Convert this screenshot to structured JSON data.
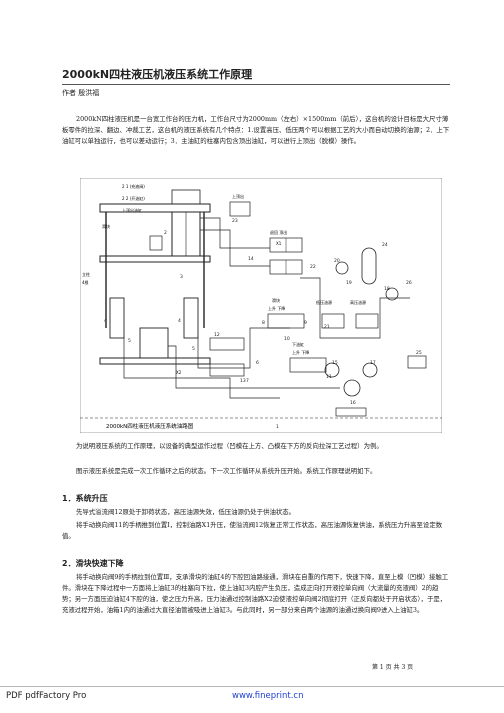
{
  "document": {
    "title": "2000kN四柱液压机液压系统工作原理",
    "author": "作者 殷洪福",
    "intro": "2000kN四柱液压机是一台宽工作台的压力机，工作台尺寸为2000mm（左右）×1500mm（前后），这台机的设计目标是大尺寸薄板零件的拉深、翻边、冲裁工艺，这台机的液压系统有几个特点：1.设置高压、低压两个可以根据工艺的大小而自动切换的油源；2．上下油缸可以单独运行，也可以差动运行；3．主油缸的柱塞内包含顶出油缸，可以进行上顶出（脱模）操作。",
    "after_diagram_1": "为说明液压系统的工作原理，以设备的典型运作过程（凹模在上方、凸模在下方的反向拉深工艺过程）为例。",
    "after_diagram_2": "图示液压系统是完成一次工作循环之后的状态。下一次工作循环从系统升压开始。系统工作原理说明如下。",
    "section1_heading": "1．系统升压",
    "section1_p1": "先导式溢流阀12原处于卸荷状态，高压油源失效，低压油源仍处于供油状态。",
    "section1_p2": "将手动换向阀11的手柄推到位置Ⅰ，控制油路X1升压，使溢流阀12恢复正常工作状态，高压油源恢复供油，系统压力升高至设定数值。",
    "section2_heading": "2．滑块快速下降",
    "section2_p1": "将手动换向阀9的手柄拉到位置Ⅲ，支承滑块的油缸4的下腔回油路接通，滑块在自重的作用下，快速下降，直至上模（凹模）接触工件。滑块在下降过程中一方面将上油缸3的柱塞向下拉，使上油缸3内腔产生负压，造成正向打开液控单向阀（大流量的充液阀）2的趋势；另一方面压迫油缸4下腔的油，使之压力升高，压力油通过控制油路X2迫使液控单向阀2彻底打开（正反向都处于开启状态），于是，充液过程开始，油箱1内的油通过大直径油管被吸进上油缸3。与此同时，另一部分来自两个油源的油通过换向阀9进入上油缸3。",
    "page_number": "第 1 页 共 3 页",
    "pdf_label": "PDF   pdfFactory Pro",
    "pdf_link": "www.fineprint.cn"
  },
  "diagram": {
    "caption": "2000kN四柱液压机液压系统油路图",
    "labels": {
      "top_cylinder": "2 1 (充液阀)",
      "label_upper_oil": "2 2 (开油缸)",
      "label_top_cyl": "上顶出油缸",
      "label_slide": "滑块",
      "label_pillar": "立柱",
      "label_4pc": "4根",
      "label_upper_out": "上顶出",
      "label_out_in": "退回 顶出",
      "label_slider_ctl": "滑块",
      "label_up_down": "上升 下降",
      "label_low_pressure": "低压油源",
      "label_high_pressure": "高压油源",
      "label_lower_ctl": "下油缸",
      "label_lower_dir": "上升 下降",
      "x2": "X2",
      "x1": "X1",
      "numbers": [
        "1",
        "2",
        "3",
        "4",
        "4",
        "5",
        "5",
        "6",
        "7",
        "8",
        "9",
        "10",
        "11",
        "12",
        "13",
        "14",
        "15",
        "16",
        "17",
        "18",
        "19",
        "20",
        "21",
        "22",
        "23",
        "24",
        "25",
        "26"
      ]
    }
  }
}
